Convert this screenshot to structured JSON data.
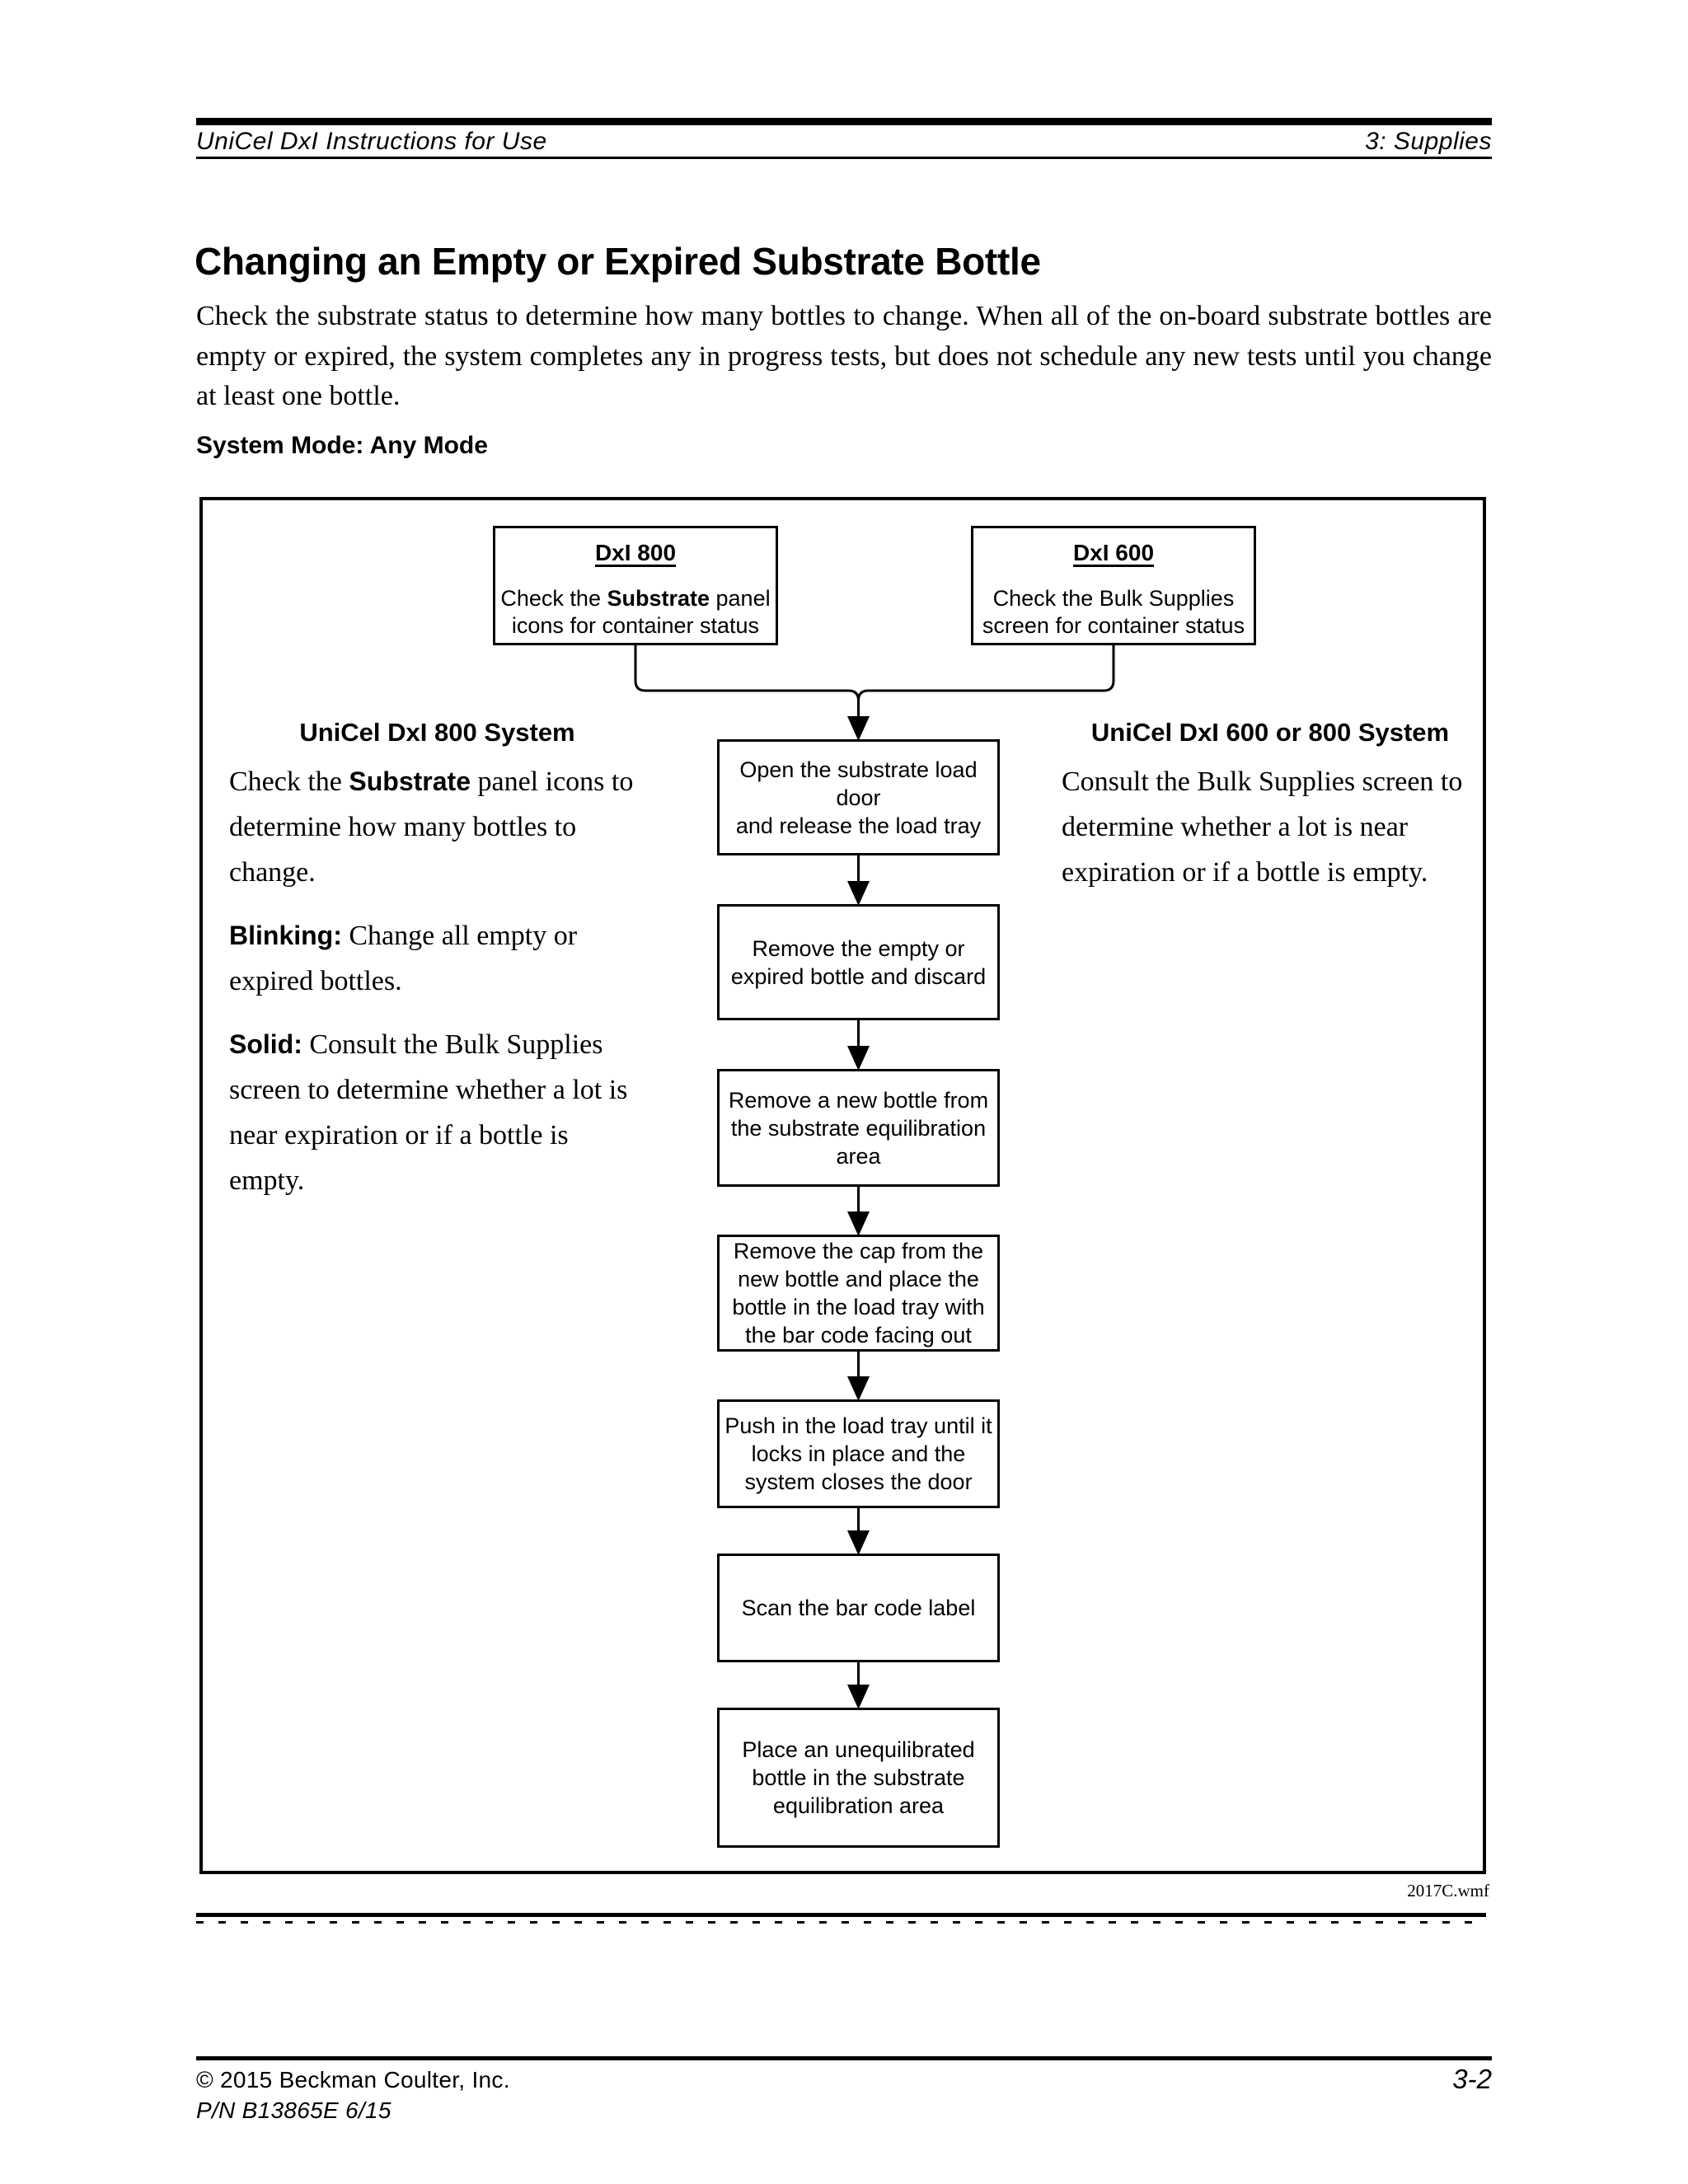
{
  "page": {
    "colors": {
      "ink": "#000000",
      "paper": "#ffffff"
    },
    "header": {
      "left": "UniCel DxI Instructions for Use",
      "right": "3: Supplies"
    },
    "title": "Changing an Empty or Expired Substrate Bottle",
    "intro": "Check the substrate status to determine how many bottles to change. When all of the on-board substrate bottles are empty or expired, the system completes any in progress tests, but does not schedule any new tests until you change at least one bottle.",
    "system_mode": "System Mode: Any Mode",
    "figure": {
      "top_left_box": {
        "heading": "DxI 800",
        "run1": "Check the ",
        "run2": "Substrate",
        "run3": " panel\nicons for container status"
      },
      "top_right_box": {
        "heading": "DxI 600",
        "body": "Check the Bulk Supplies\nscreen for container status"
      },
      "left_panel": {
        "heading": "UniCel DxI 800 System",
        "para1": {
          "run1": "Check the ",
          "run2": "Substrate",
          "run3": " panel icons to\ndetermine how many bottles to\nchange."
        },
        "para2": {
          "run1": "Blinking:",
          "run2": " Change all empty or\nexpired bottles."
        },
        "para3": {
          "run1": "Solid:",
          "run2": " Consult the Bulk Supplies\nscreen to determine whether a lot is\nnear expiration or if a bottle is\nempty."
        }
      },
      "right_panel": {
        "heading": "UniCel DxI 600 or 800 System",
        "para": "Consult the Bulk Supplies screen to\ndetermine whether a lot is near\nexpiration or if a bottle is empty."
      },
      "steps": [
        "Open the substrate load door\nand release the load tray",
        "Remove the empty or\nexpired bottle and discard",
        "Remove a new bottle from\nthe substrate equilibration\narea",
        "Remove the cap from the\nnew bottle and place the\nbottle in the load tray with\nthe bar code facing out",
        "Push in the load tray until it\nlocks in place and the\nsystem closes the door",
        "Scan the bar code label",
        "Place an unequilibrated\nbottle in the substrate\nequilibration area"
      ],
      "caption": "2017C.wmf"
    },
    "footer": {
      "copyright": "© 2015 Beckman Coulter, Inc.",
      "part_number": "P/N B13865E  6/15",
      "page_number": "3-2"
    }
  }
}
